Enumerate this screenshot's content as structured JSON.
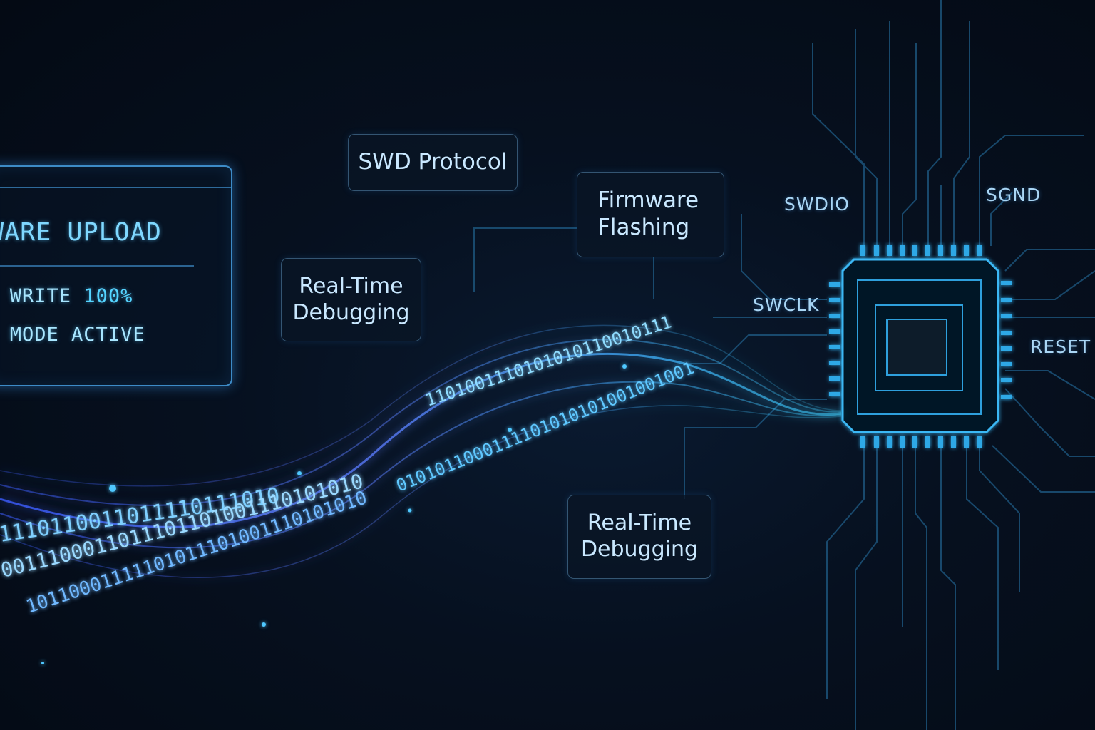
{
  "terminal": {
    "title": "MWARE UPLOAD",
    "line1_text": "SH WRITE ",
    "line1_value": "100%",
    "line2": "UG MODE ACTIVE"
  },
  "labels": {
    "swd_protocol": "SWD Protocol",
    "firmware_flashing": [
      "Firmware",
      "Flashing"
    ],
    "realtime_debug_top": [
      "Real-Time",
      "Debugging"
    ],
    "realtime_debug_bottom": [
      "Real-Time",
      "Debugging"
    ]
  },
  "chip_pins": {
    "swdio": "SWDIO",
    "sgnd": "SGND",
    "swclk": "SWCLK",
    "reset": "RESET"
  },
  "binary_stream": {
    "rows": [
      "1110110011011110111010",
      "0011100011011101101001110101010",
      "10110001111101011101001110101010",
      "0101011000111101010101001001001",
      "1101001110101010110010111"
    ]
  },
  "colors": {
    "accent": "#3fb8ff",
    "stream": "#5a7cff",
    "background": "#050c18"
  }
}
